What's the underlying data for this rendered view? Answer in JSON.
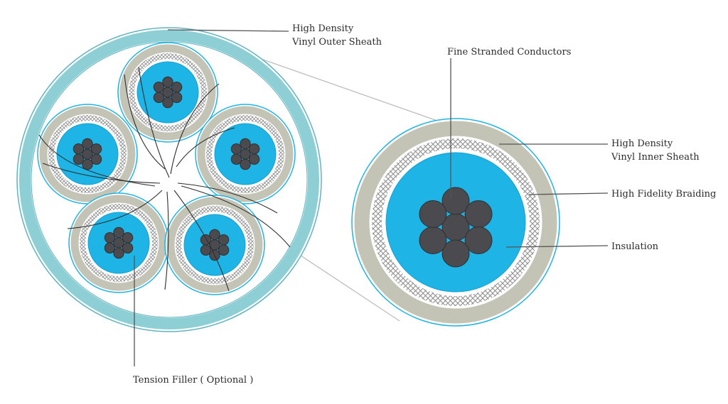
{
  "labels": {
    "outer_sheath_line1": "High Density",
    "outer_sheath_line2": "Vinyl Outer Sheath",
    "conductors": "Fine Stranded Conductors",
    "inner_sheath_line1": "High Density",
    "inner_sheath_line2": "Vinyl Inner Sheath",
    "braiding": "High Fidelity Braiding",
    "insulation": "Insulation",
    "tension_filler": "Tension Filler ( Optional )"
  },
  "colors": {
    "outer_sheath": "#8dcfd4",
    "outer_line": "#5fb3c0",
    "inner_sheath": "#c3c3b6",
    "braid": "#9a9a9a",
    "insulation": "#1fb4e6",
    "insulation_edge": "#1a9fd0",
    "conductor": "#4b4b4f",
    "conductor_edge": "#2f2f33",
    "leader": "#555555",
    "zoom_line": "#bdbdbd",
    "filler": "#2e2e2e"
  }
}
